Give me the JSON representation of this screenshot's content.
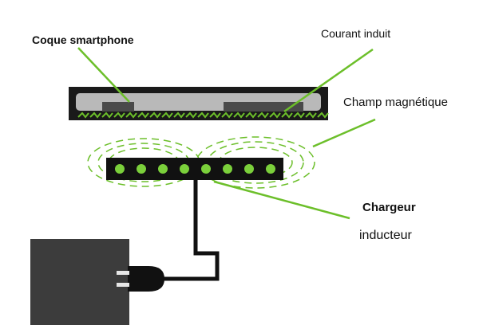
{
  "labels": {
    "phone_case": "Coque smartphone",
    "induced_current": "Courant induit",
    "magnetic_field": "Champ magnétique",
    "charger_line1": "Chargeur",
    "charger_line2": "inducteur"
  },
  "colors": {
    "accent_green": "#6cbf2a",
    "led_green": "#7bd03b",
    "dark": "#1a1a1a",
    "block_gray": "#3c3c3c",
    "phone_fill": "#b9b9b9"
  }
}
